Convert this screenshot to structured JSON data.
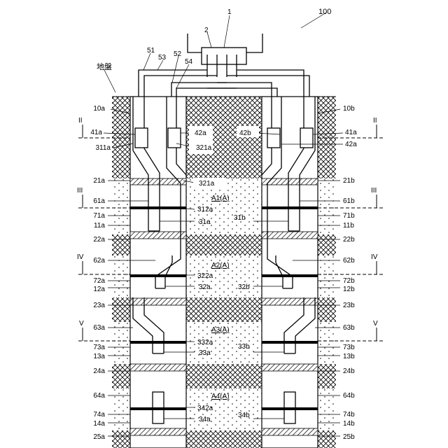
{
  "figure_number": "100",
  "ground_label": "地盤",
  "labels_left": [
    {
      "id": "10a",
      "text": "10a"
    },
    {
      "id": "41a",
      "text": "41a"
    },
    {
      "id": "311a",
      "text": "311a"
    },
    {
      "id": "21a",
      "text": "21a"
    },
    {
      "id": "61a",
      "text": "61a"
    },
    {
      "id": "71a",
      "text": "71a"
    },
    {
      "id": "11a",
      "text": "11a"
    },
    {
      "id": "22a",
      "text": "22a"
    },
    {
      "id": "62a",
      "text": "62a"
    },
    {
      "id": "72a",
      "text": "72a"
    },
    {
      "id": "12a",
      "text": "12a"
    },
    {
      "id": "23a",
      "text": "23a"
    },
    {
      "id": "63a",
      "text": "63a"
    },
    {
      "id": "73a",
      "text": "73a"
    },
    {
      "id": "13a",
      "text": "13a"
    },
    {
      "id": "24a",
      "text": "24a"
    },
    {
      "id": "64a",
      "text": "64a"
    },
    {
      "id": "74a",
      "text": "74a"
    },
    {
      "id": "14a",
      "text": "14a"
    },
    {
      "id": "25a",
      "text": "25a"
    }
  ],
  "labels_right": [
    {
      "id": "10b",
      "text": "10b"
    },
    {
      "id": "41b",
      "text": "41a"
    },
    {
      "id": "42b2",
      "text": "42a"
    },
    {
      "id": "21b",
      "text": "21b"
    },
    {
      "id": "61b",
      "text": "61b"
    },
    {
      "id": "71b",
      "text": "71b"
    },
    {
      "id": "11b",
      "text": "11b"
    },
    {
      "id": "22b",
      "text": "22b"
    },
    {
      "id": "62b",
      "text": "62b"
    },
    {
      "id": "72b",
      "text": "72b"
    },
    {
      "id": "12b",
      "text": "12b"
    },
    {
      "id": "23b",
      "text": "23b"
    },
    {
      "id": "63b",
      "text": "63b"
    },
    {
      "id": "73b",
      "text": "73b"
    },
    {
      "id": "13b",
      "text": "13b"
    },
    {
      "id": "24b",
      "text": "24b"
    },
    {
      "id": "64b",
      "text": "64b"
    },
    {
      "id": "74b",
      "text": "74b"
    },
    {
      "id": "14b",
      "text": "14b"
    },
    {
      "id": "25b",
      "text": "25b"
    }
  ],
  "labels_center": [
    {
      "id": "42a",
      "text": "42a"
    },
    {
      "id": "321a",
      "text": "321a"
    },
    {
      "id": "42b",
      "text": "42b"
    },
    {
      "id": "321a_2",
      "text": "321a"
    },
    {
      "id": "A1",
      "text": "A1(A)"
    },
    {
      "id": "312a",
      "text": "312a"
    },
    {
      "id": "31a",
      "text": "31a"
    },
    {
      "id": "31b",
      "text": "31b"
    },
    {
      "id": "A2",
      "text": "A2(A)"
    },
    {
      "id": "322a",
      "text": "322a"
    },
    {
      "id": "32a",
      "text": "32a"
    },
    {
      "id": "32b",
      "text": "32b"
    },
    {
      "id": "A3",
      "text": "A3(A)"
    },
    {
      "id": "332a",
      "text": "332a"
    },
    {
      "id": "33a",
      "text": "33a"
    },
    {
      "id": "33b",
      "text": "33b"
    },
    {
      "id": "A4",
      "text": "A4(A)"
    },
    {
      "id": "342a",
      "text": "342a"
    },
    {
      "id": "34a",
      "text": "34a"
    },
    {
      "id": "34b",
      "text": "34b"
    }
  ],
  "labels_top": [
    {
      "id": "1",
      "text": "1"
    },
    {
      "id": "2",
      "text": "2"
    },
    {
      "id": "51",
      "text": "51"
    },
    {
      "id": "53",
      "text": "53"
    },
    {
      "id": "52",
      "text": "52"
    },
    {
      "id": "54",
      "text": "54"
    }
  ],
  "section_markers": [
    "II",
    "III",
    "IV",
    "V"
  ]
}
